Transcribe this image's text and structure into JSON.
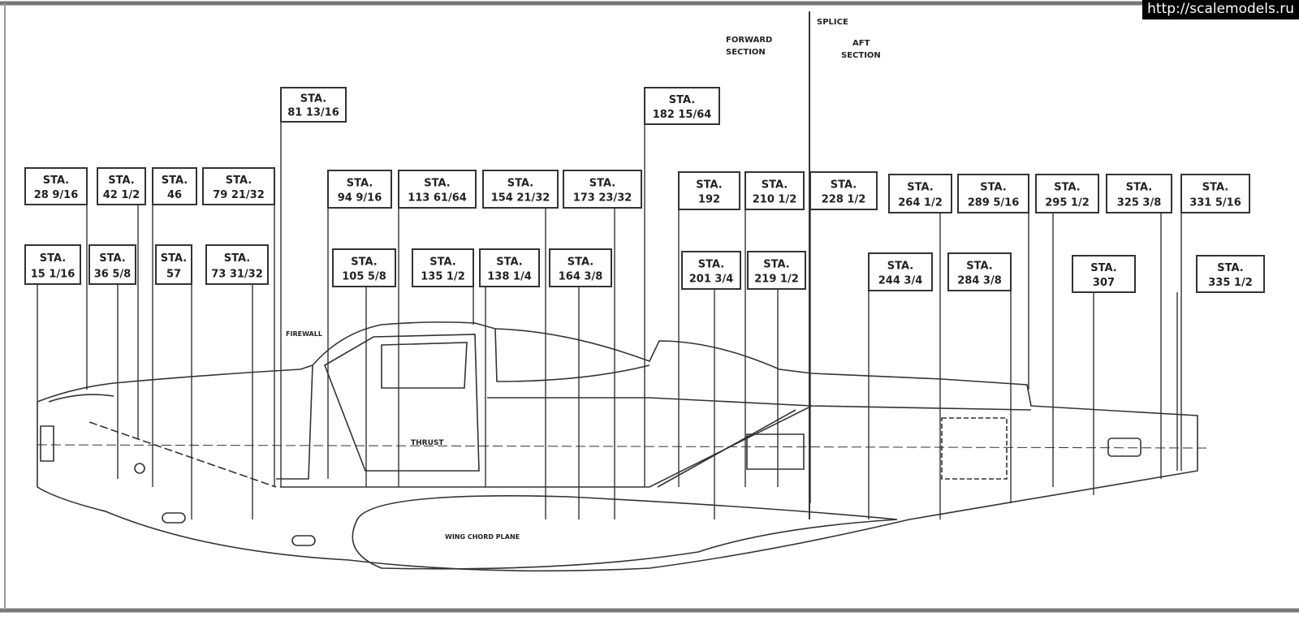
{
  "watermark": "http://scalemodels.ru",
  "splice_label": "SPLICE",
  "forward_section": [
    "FORWARD",
    "SECTION"
  ],
  "aft_section": [
    "AFT",
    "SECTION"
  ],
  "firewall_label": "FIREWALL",
  "thrust_label": "THRUST",
  "wing_chord_label": "WING CHORD PLANE",
  "station_prefix": "STA.",
  "stations": [
    "81 13/16",
    "182 15/64",
    "28 9/16",
    "42 1/2",
    "46",
    "79 21/32",
    "94 9/16",
    "113 61/64",
    "154 21/32",
    "173 23/32",
    "192",
    "210 1/2",
    "228 1/2",
    "264 1/2",
    "289 5/16",
    "295 1/2",
    "325 3/8",
    "331 5/16",
    "15 1/16",
    "36 5/8",
    "57",
    "73 31/32",
    "105 5/8",
    "135 1/2",
    "138 1/4",
    "164 3/8",
    "201 3/4",
    "219 1/2",
    "244 3/4",
    "284 3/8",
    "307",
    "335 1/2"
  ]
}
